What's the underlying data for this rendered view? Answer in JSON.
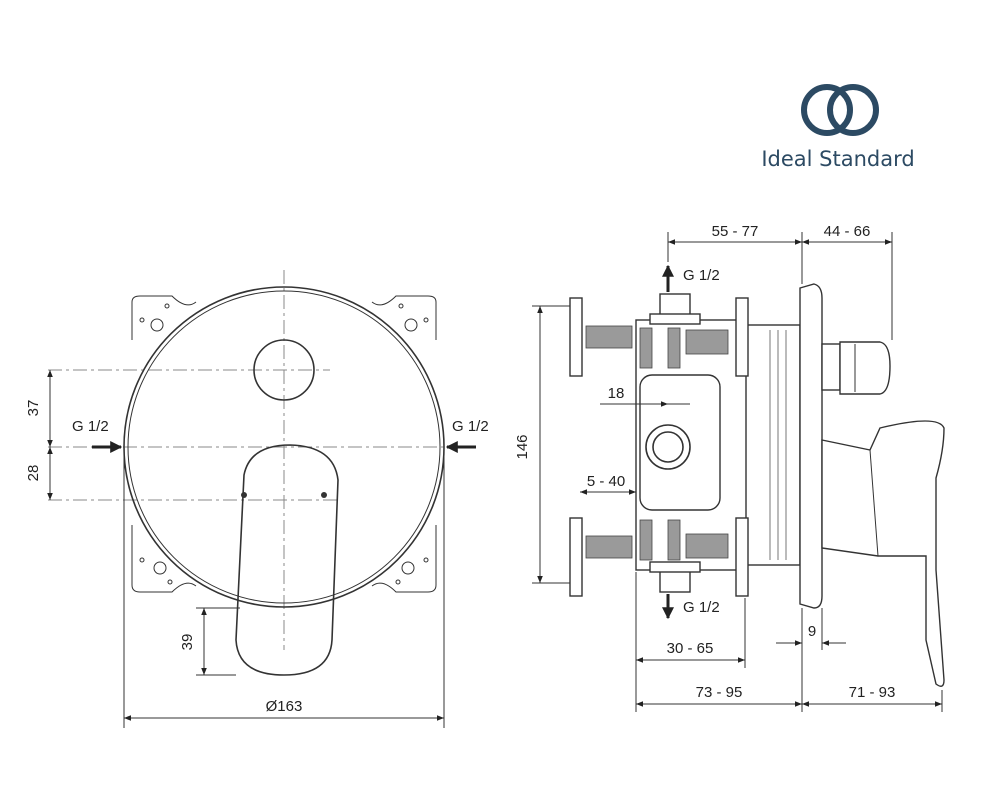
{
  "brand": {
    "name": "Ideal Standard",
    "color": "#2c4a63"
  },
  "front_view": {
    "diameter_label": "Ø163",
    "left_inlet": "G 1/2",
    "right_inlet": "G 1/2",
    "dim_top_to_center": "37",
    "dim_center_to_lever": "28",
    "dim_lever_bottom": "39"
  },
  "side_view": {
    "top_outlet": "G 1/2",
    "bottom_outlet": "G 1/2",
    "dim_height": "146",
    "dim_body_depth": "55 - 77",
    "dim_spout_reach": "44 - 66",
    "dim_inlet_offset": "18",
    "dim_stop_range": "5 - 40",
    "dim_mount_range": "30 - 65",
    "dim_plate": "9",
    "dim_box_depth": "73 - 95",
    "dim_lever_depth": "71 - 93"
  }
}
